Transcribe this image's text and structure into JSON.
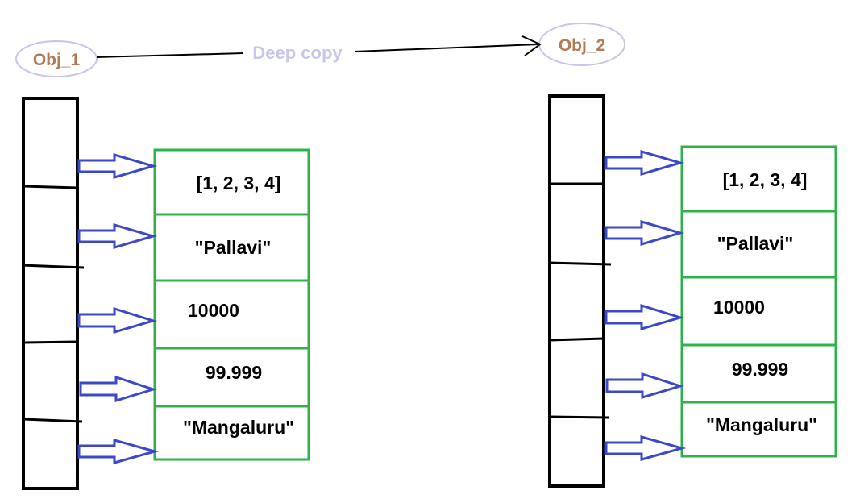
{
  "copy_label": "Deep copy",
  "objects": [
    {
      "name": "Obj_1",
      "values": [
        "[1, 2, 3, 4]",
        "\"Pallavi\"",
        "10000",
        "99.999",
        "\"Mangaluru\""
      ]
    },
    {
      "name": "Obj_2",
      "values": [
        "[1, 2, 3, 4]",
        "\"Pallavi\"",
        "10000",
        "99.999",
        "\"Mangaluru\""
      ]
    }
  ],
  "colors": {
    "object_border": "#c8c6ea",
    "object_text": "#b07a56",
    "copy_text": "#c8c6ea",
    "value_box_border": "#2eb34a",
    "pointer_arrow": "#3b48c9",
    "reference_column": "#000000"
  }
}
